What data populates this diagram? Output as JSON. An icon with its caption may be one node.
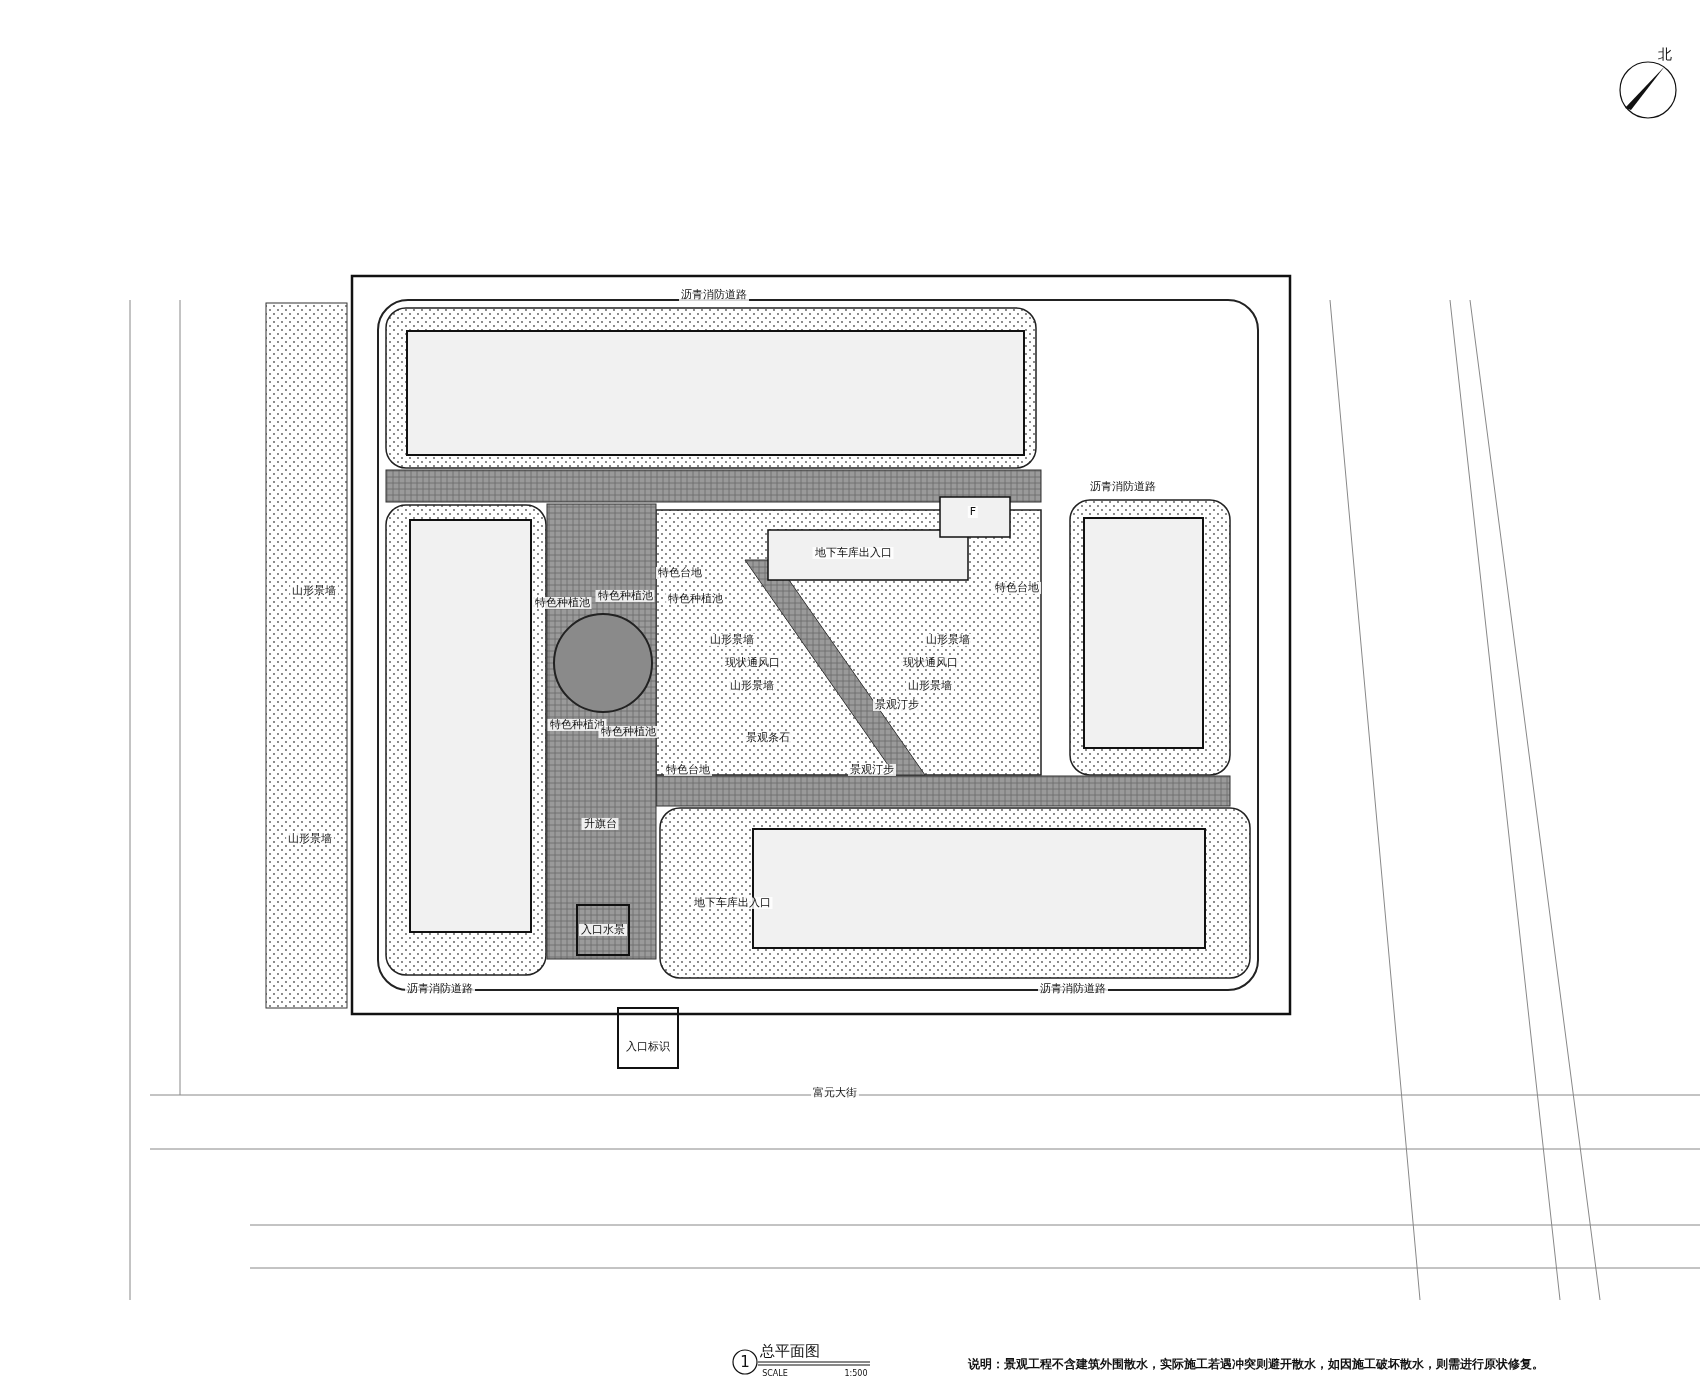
{
  "diagram": {
    "title": "总平面图",
    "labels": [
      "北",
      "沥青消防道路",
      "沥青消防道路",
      "地下车库出入口",
      "特色台地",
      "特色台地",
      "特色种植池",
      "特色种植池",
      "特色种植池",
      "山形景墙",
      "现状通风口",
      "山形景墙",
      "山形景墙",
      "现状通风口",
      "山形景墙",
      "景观汀步",
      "特色种植池",
      "特色种植池",
      "景观条石",
      "特色台地",
      "景观汀步",
      "升旗台",
      "山形景墙",
      "山形景墙",
      "地下车库出入口",
      "入口水景",
      "沥青消防道路",
      "沥青消防道路",
      "入口标识",
      "富元大街",
      "F",
      "1",
      "SCALE",
      "1:500",
      "说明：景观工程不含建筑外围散水，实际施工若遇冲突则避开散水，如因施工破坏散水，则需进行原状修复。"
    ]
  }
}
